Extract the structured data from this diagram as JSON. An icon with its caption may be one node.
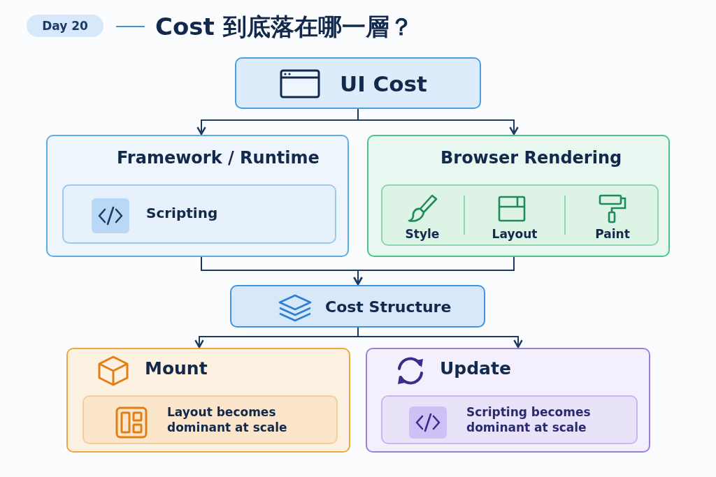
{
  "diagram": {
    "title": "Cost 到底落在哪一層？",
    "nodes": [
      {
        "text": [
          "UI Cost"
        ]
      },
      {
        "text": [
          "Framework / Runtime"
        ]
      },
      {
        "text": [
          "Scripting"
        ],
        "in": 1
      },
      {
        "text": [
          "Browser Rendering"
        ]
      },
      {
        "text": [
          "Style",
          "Layout",
          "Paint"
        ],
        "in": 3
      },
      {
        "text": [
          "Cost Structure"
        ]
      },
      {
        "text": [
          "Mount"
        ]
      },
      {
        "text": [
          "Layout becomes dominant at scale"
        ],
        "in": 6
      },
      {
        "text": [
          "Update"
        ]
      },
      {
        "text": [
          "Scripting becomes dominant at scale"
        ],
        "in": 8
      }
    ],
    "edges": [
      {
        "from": 0,
        "to": 1,
        "arrow": "to"
      },
      {
        "from": 0,
        "to": 3,
        "arrow": "to"
      },
      {
        "from": 1,
        "to": 5,
        "arrow": "to"
      },
      {
        "from": 3,
        "to": 5,
        "arrow": "to"
      },
      {
        "from": 5,
        "to": 6,
        "arrow": "to"
      },
      {
        "from": 5,
        "to": 8,
        "arrow": "to"
      }
    ],
    "labels": [
      "Day 20"
    ]
  }
}
